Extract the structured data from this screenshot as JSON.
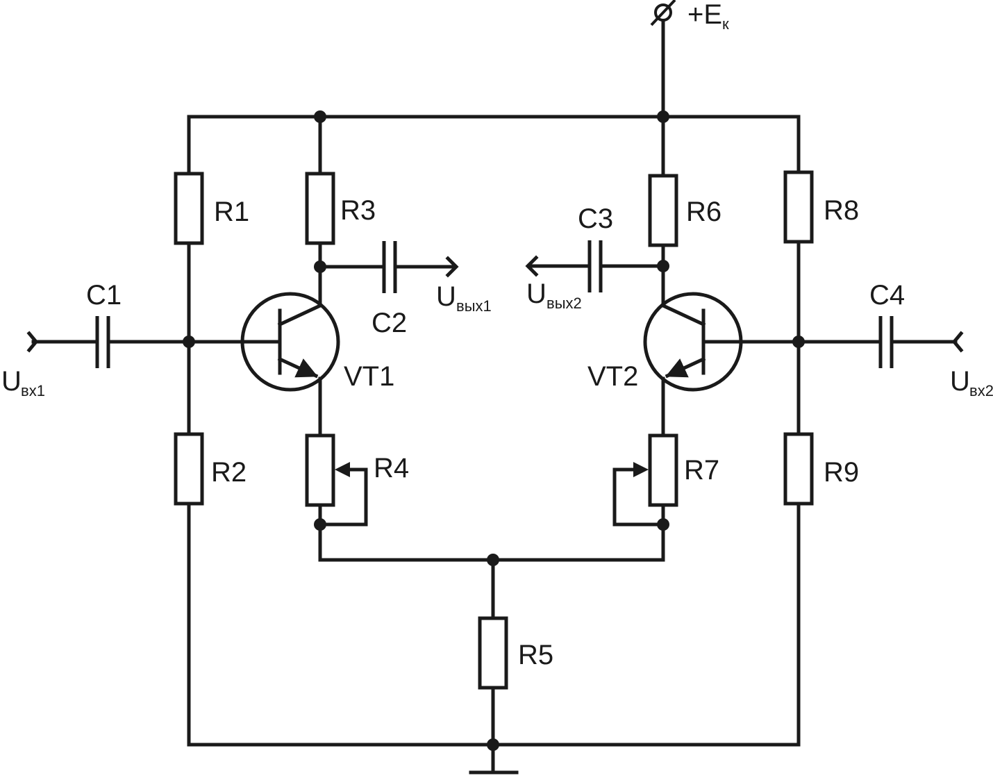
{
  "supply": {
    "label": "+E",
    "sub": "к"
  },
  "inputs": [
    {
      "label": "U",
      "sub": "вх1"
    },
    {
      "label": "U",
      "sub": "вх2"
    }
  ],
  "outputs": [
    {
      "label": "U",
      "sub": "вых1"
    },
    {
      "label": "U",
      "sub": "вых2"
    }
  ],
  "components": {
    "R1": "R1",
    "R2": "R2",
    "R3": "R3",
    "R4": "R4",
    "R5": "R5",
    "R6": "R6",
    "R7": "R7",
    "R8": "R8",
    "R9": "R9",
    "C1": "C1",
    "C2": "C2",
    "C3": "C3",
    "C4": "C4",
    "VT1": "VT1",
    "VT2": "VT2"
  }
}
